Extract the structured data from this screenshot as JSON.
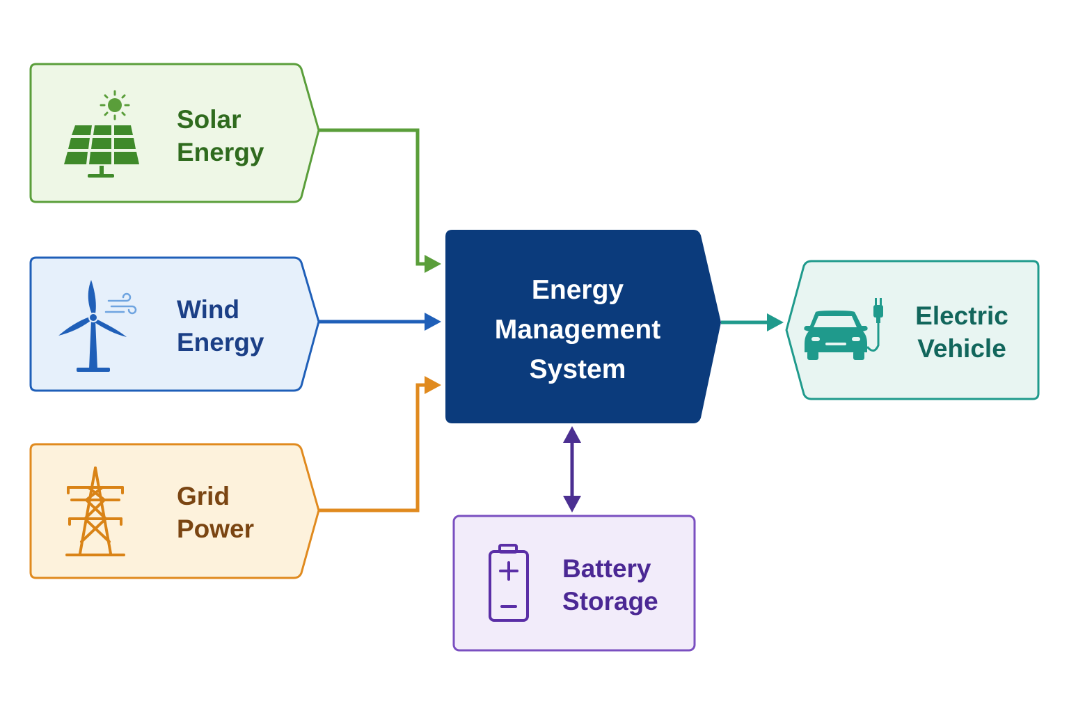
{
  "diagram": {
    "sources": [
      {
        "id": "solar",
        "line1": "Solar",
        "line2": "Energy",
        "icon": "solar-panel-icon"
      },
      {
        "id": "wind",
        "line1": "Wind",
        "line2": "Energy",
        "icon": "wind-turbine-icon"
      },
      {
        "id": "grid",
        "line1": "Grid",
        "line2": "Power",
        "icon": "transmission-tower-icon"
      }
    ],
    "center": {
      "line1": "Energy",
      "line2": "Management",
      "line3": "System"
    },
    "outputs": {
      "vehicle": {
        "line1": "Electric",
        "line2": "Vehicle",
        "icon": "electric-car-icon"
      },
      "battery": {
        "line1": "Battery",
        "line2": "Storage",
        "icon": "battery-icon"
      }
    },
    "connections": [
      {
        "from": "Solar Energy",
        "to": "Energy Management System",
        "direction": "one-way"
      },
      {
        "from": "Wind Energy",
        "to": "Energy Management System",
        "direction": "one-way"
      },
      {
        "from": "Grid Power",
        "to": "Energy Management System",
        "direction": "one-way"
      },
      {
        "from": "Energy Management System",
        "to": "Electric Vehicle",
        "direction": "one-way"
      },
      {
        "from": "Energy Management System",
        "to": "Battery Storage",
        "direction": "two-way"
      }
    ]
  },
  "colors": {
    "solar": "#5a9e3a",
    "solar_fill": "#eef7e6",
    "solar_text": "#2f6b1e",
    "wind": "#1f5fb8",
    "wind_fill": "#e6f0fb",
    "wind_text": "#1b3f86",
    "grid": "#e08a1e",
    "grid_fill": "#fdf2dc",
    "grid_text": "#7a4512",
    "center": "#0b3b7c",
    "center_text": "#ffffff",
    "vehicle": "#1f9a8c",
    "vehicle_fill": "#e8f5f2",
    "vehicle_text": "#12665c",
    "battery": "#7a4fc0",
    "battery_fill": "#f2ecfa",
    "battery_text": "#4b2894"
  }
}
